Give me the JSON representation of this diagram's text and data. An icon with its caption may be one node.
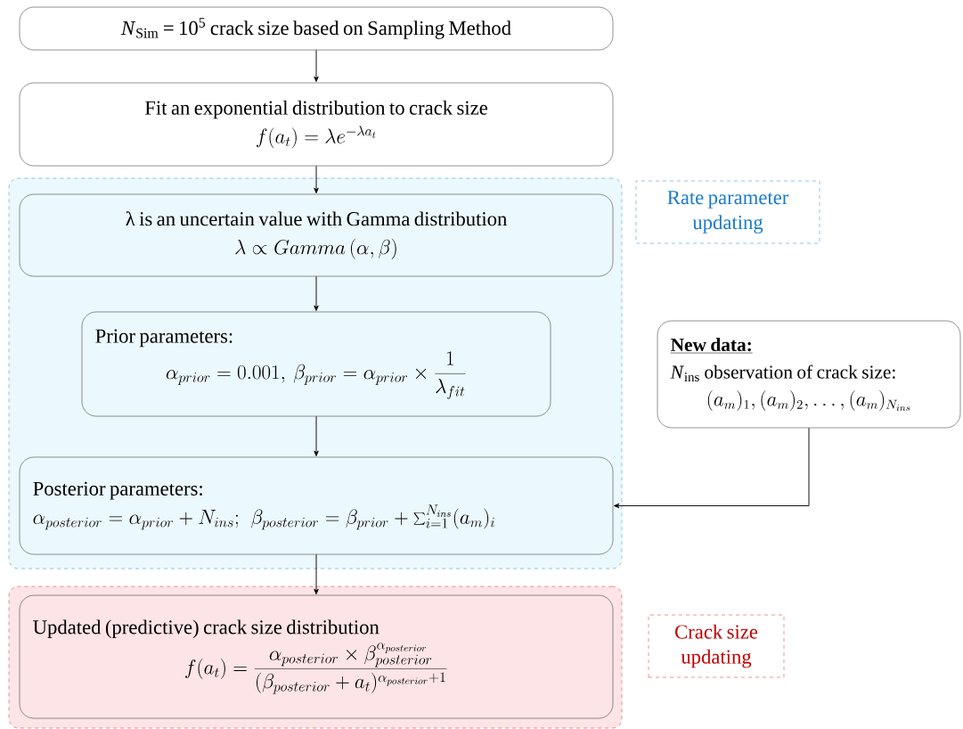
{
  "diagram": {
    "nodes": [
      {
        "text": [
          "*N*$_{Sim}$ = 10$^{5}$ crack size based on Sampling Method"
        ]
      },
      {
        "text": [
          "Fit an exponential distribution to crack size",
          "f(a_t) = \\lambda e^{-\\lambda a_t}"
        ]
      },
      {
        "text": [],
        "shape": "box"
      },
      {
        "text": [
          "λ is an uncertain value with Gamma distribution",
          "\\lambda \\propto Gamma\\,(\\alpha,\\beta)"
        ],
        "in": 2
      },
      {
        "text": [
          "Prior parameters:",
          "\\alpha_{prior} = 0.001,\\ \\beta_{prior} = \\alpha_{prior} \\times \\frac{1}{\\lambda_{fit}}"
        ],
        "in": 2
      },
      {
        "text": [
          "Posterior parameters:",
          "\\alpha_{posterior} = \\alpha_{prior} + N_{ins};\\ \\ \\beta_{posterior} = \\beta_{prior} + \\sum_{i=1}^{N_{ins}} (a_m)_i"
        ],
        "in": 2
      },
      {
        "text": [],
        "shape": "box"
      },
      {
        "text": [
          "Updated (predictive) crack size distribution",
          "f(a_t) = \\frac{\\alpha_{posterior} \\times \\beta_{posterior}^{\\alpha_{posterior}}}{(\\beta_{posterior} + a_t)^{\\alpha_{posterior}+1}}"
        ],
        "in": 6
      },
      {
        "text": [
          "Rate parameter updating"
        ]
      },
      {
        "text": [
          "Crack size updating"
        ]
      },
      {
        "text": [
          "New data:",
          "*N*$_{ins}$ observation of crack size:",
          "(a_m)_1, (a_m)_2, \\dots, (a_m)_{N_{ins}}"
        ]
      }
    ],
    "edges": [
      {
        "from": 0,
        "to": 1,
        "arrow": "to"
      },
      {
        "from": 1,
        "to": 3,
        "arrow": "to"
      },
      {
        "from": 3,
        "to": 4,
        "arrow": "to"
      },
      {
        "from": 4,
        "to": 5,
        "arrow": "to"
      },
      {
        "from": 5,
        "to": 7,
        "arrow": "to"
      },
      {
        "from": 10,
        "to": 5,
        "arrow": "to"
      }
    ]
  }
}
